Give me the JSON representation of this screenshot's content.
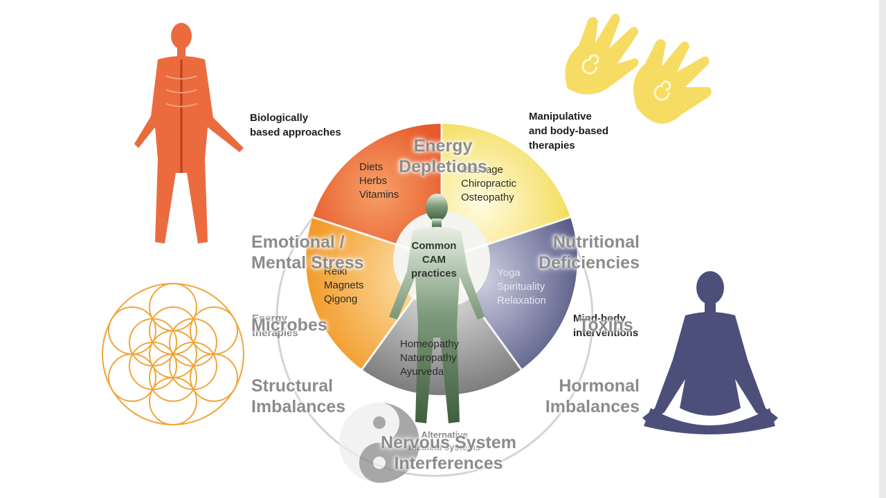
{
  "diagram": {
    "corner_labels": {
      "biological": "Biologically\nbased approaches",
      "manipulative": "Manipulative\nand body-based\ntherapies",
      "energy": "Energy\ntherapies",
      "mind_body": "Mind-body\ninterventions",
      "alternative": "Alternative\nmedical systems"
    },
    "center_label": "Common\nCAM\npractices",
    "wedges": [
      {
        "id": "biological",
        "color": "#ee6b3c",
        "items": "Diets\nHerbs\nVitamins"
      },
      {
        "id": "manipulative",
        "color": "#f4dd5c",
        "items": "Massage\nChiropractic\nOsteopathy"
      },
      {
        "id": "mind_body",
        "color": "#5b5f86",
        "items": "Yoga\nSpirituality\nRelaxation"
      },
      {
        "id": "alternative",
        "color": "#8a8a8a",
        "items": "Homeopathy\nNaturopathy\nAyurveda"
      },
      {
        "id": "energy",
        "color": "#f3a93a",
        "items": "Reiki\nMagnets\nQigong"
      }
    ],
    "overlay_labels": {
      "energy_depletions": "Energy\nDepletions",
      "emotional_stress": "Emotional /\nMental Stress",
      "nutritional": "Nutritional\nDeficiencies",
      "microbes": "Microbes",
      "toxins": "Toxins",
      "structural": "Structural\nImbalances",
      "hormonal": "Hormonal\nImbalances",
      "nervous": "Nervous System\nInterferences"
    },
    "colors": {
      "body_figure": "#e8643a",
      "hands": "#f6d64a",
      "flower": "#f0a53a",
      "meditator": "#4c4f7a",
      "center_figure": "#5e7d5e",
      "overlay_text": "#8c8c8c"
    },
    "icons": [
      "anatomy-figure-icon",
      "hands-icon",
      "flower-of-life-icon",
      "meditation-figure-icon",
      "yin-yang-icon",
      "human-silhouette-icon"
    ]
  }
}
